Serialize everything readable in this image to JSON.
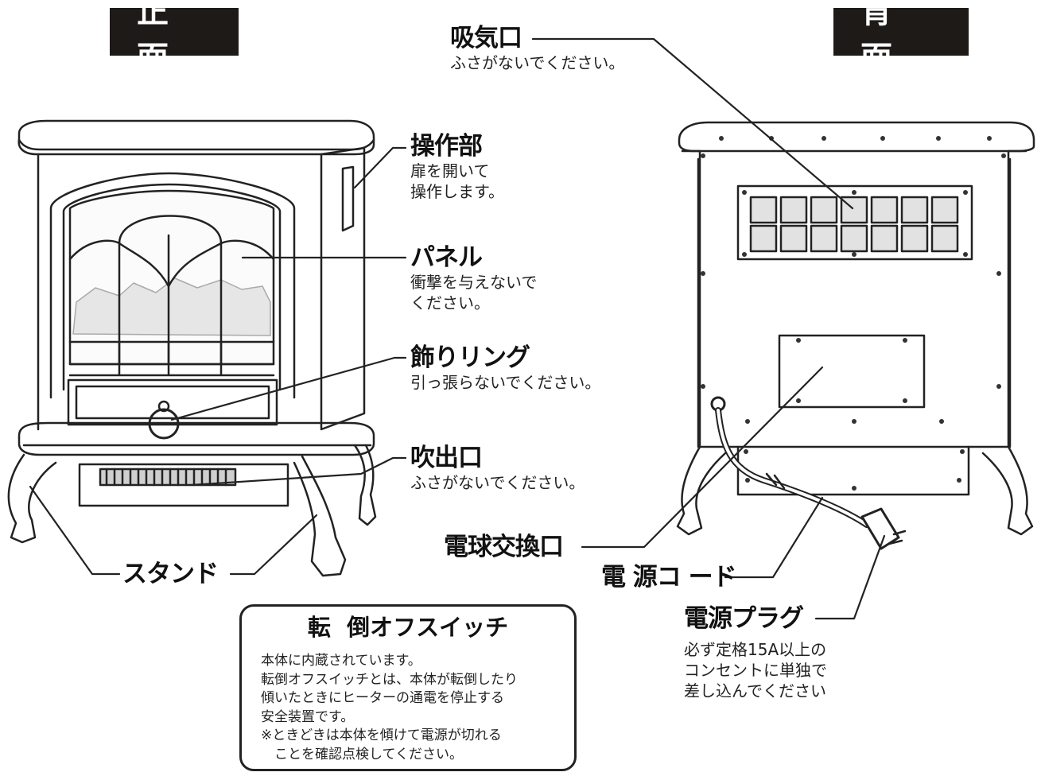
{
  "headers": {
    "front": "正 面",
    "back": "背 面"
  },
  "labels": {
    "intake": {
      "title": "吸気口",
      "desc": "ふさがないでください。"
    },
    "control": {
      "title": "操作部",
      "desc": "扉を開いて\n操作します。"
    },
    "panel": {
      "title": "パネル",
      "desc": "衝撃を与えないで\nください。"
    },
    "ring": {
      "title": "飾りリング",
      "desc": "引っ張らないでください。"
    },
    "outlet": {
      "title": "吹出口",
      "desc": "ふさがないでください。"
    },
    "stand": {
      "title": "スタンド"
    },
    "bulb": {
      "title": "電球交換口"
    },
    "cord": {
      "title": "電 源コ ード"
    },
    "plug": {
      "title": "電源プラグ",
      "desc": "必ず定格15A以上の\nコンセントに単独で\n差し込んでください"
    }
  },
  "notice": {
    "title": "転  倒オフスイッチ",
    "body": "本体に内蔵されています。\n転倒オフスイッチとは、本体が転倒したり\n傾いたときにヒーターの通電を停止する\n安全装置です。\n※ときどきは本体を傾けて電源が切れる\n　ことを確認点検してください。"
  }
}
